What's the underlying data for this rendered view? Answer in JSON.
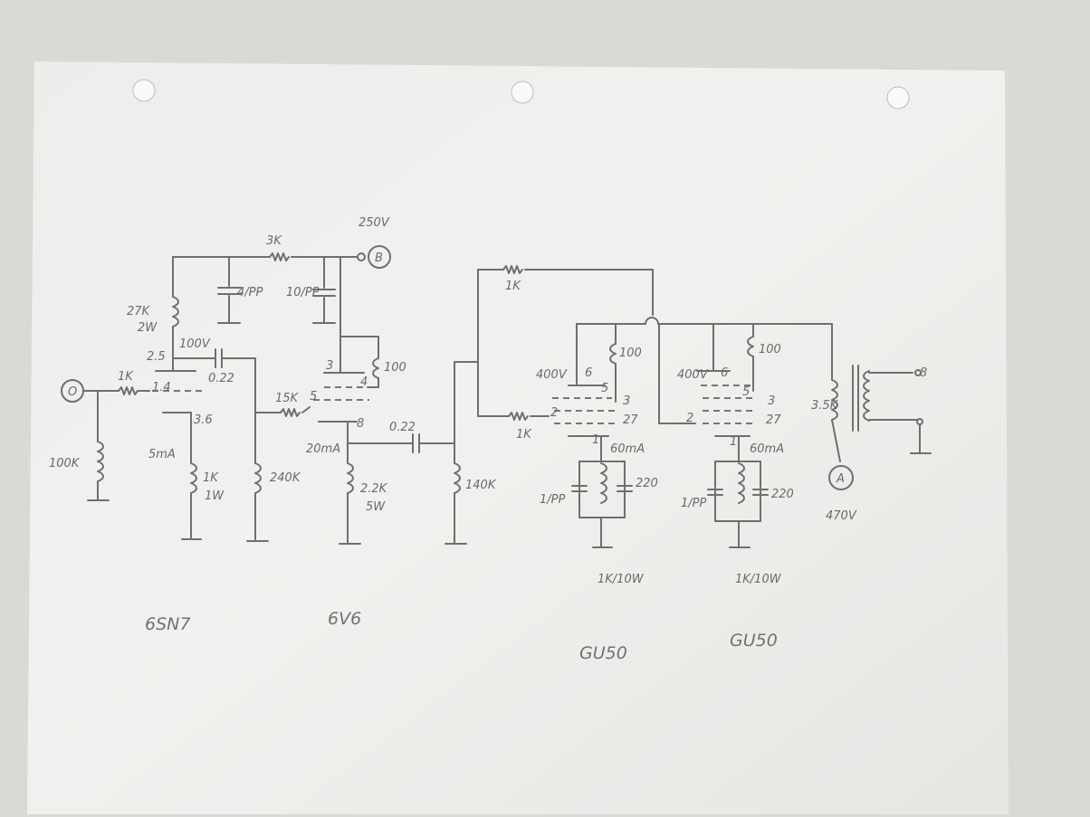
{
  "labels": {
    "b_plus_voltage": "250V",
    "b_node": "B",
    "r_3k": "3K",
    "c_4": "4/PP",
    "c_10": "10/PP",
    "r_27k": "27K",
    "r_27k_w": "2W",
    "v_2_5": "2.5",
    "v_100": "100V",
    "c_022_a": "0.22",
    "r_1k_in": "1K",
    "pin_1_4": "1.4",
    "input_node": "O",
    "r_100k": "100K",
    "pin_3_6": "3.6",
    "i_5ma": "5mA",
    "r_1k_cath": "1K",
    "r_1k_cath_w": "1W",
    "r_240k": "240K",
    "r_15k": "15K",
    "pin_5": "5",
    "pin_3": "3",
    "pin_4": "4",
    "r_100_a": "100",
    "pin_8": "8",
    "i_20ma": "20mA",
    "c_022_b": "0.22",
    "r_22k": "2.2K",
    "r_22k_w": "5W",
    "r_140k": "140K",
    "r_1k_fb": "1K",
    "r_1k_g1": "1K",
    "v_400_a": "400V",
    "pin_6_a": "6",
    "pin_5_a": "5",
    "pin_3_a": "3",
    "pin_2_a": "2",
    "pin_27_a": "27",
    "pin_1_a": "1",
    "r_100_b": "100",
    "i_60ma_a": "60mA",
    "c_1pp_a": "1/PP",
    "c_220_a": "220",
    "r_1k10w_a": "1K/10W",
    "v_400_b": "400V",
    "pin_6_b": "6",
    "pin_5_b": "5",
    "pin_3_b": "3",
    "pin_2_b": "2",
    "pin_27_b": "27",
    "pin_1_b": "1",
    "r_100_c": "100",
    "i_60ma_b": "60mA",
    "c_1pp_b": "1/PP",
    "c_220_b": "220",
    "r_1k10w_b": "1K/10W",
    "xfmr_35k": "3.5K",
    "spk_8": "8",
    "a_node": "A",
    "a_voltage": "470V",
    "tube_6sn7": "6SN7",
    "tube_6v6": "6V6",
    "tube_gu50_a": "GU50",
    "tube_gu50_b": "GU50"
  }
}
